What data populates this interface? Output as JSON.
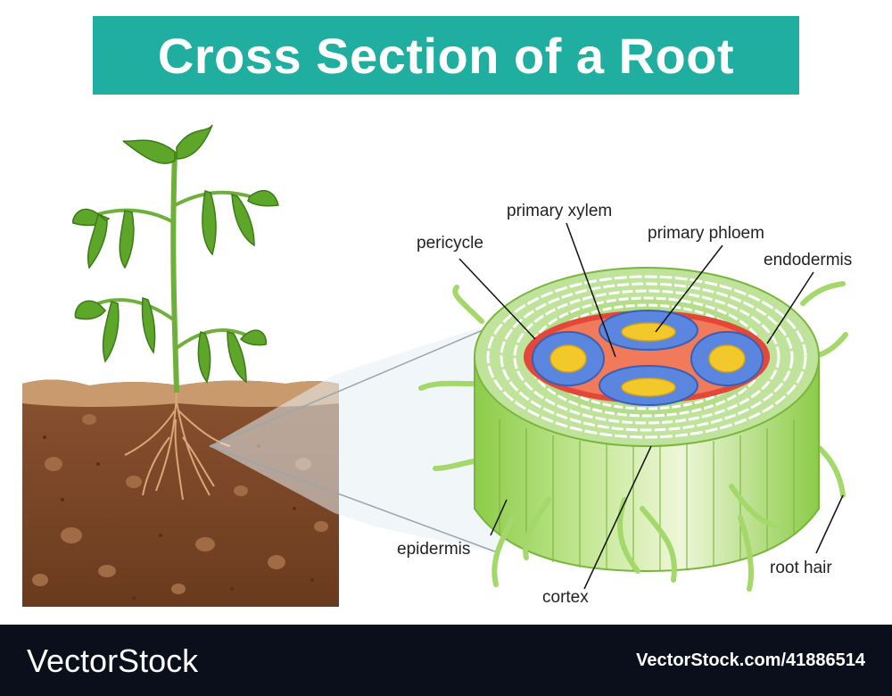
{
  "title": "Cross Section of a Root",
  "labels": {
    "primary_xylem": "primary xylem",
    "pericycle": "pericycle",
    "primary_phloem": "primary phloem",
    "endodermis": "endodermis",
    "epidermis": "epidermis",
    "cortex": "cortex",
    "root_hair": "root hair"
  },
  "footer": {
    "brand": "VectorStock",
    "stock_id": "VectorStock.com/41886514"
  },
  "colors": {
    "banner": "#1faea0",
    "soil": "#7a4626",
    "leaf": "#5da62a",
    "root_cylinder": "#9fd65e",
    "xylem": "#f3c82a",
    "phloem": "#5b86df",
    "pericycle": "#e4473a",
    "footer": "#0a0f1b"
  }
}
